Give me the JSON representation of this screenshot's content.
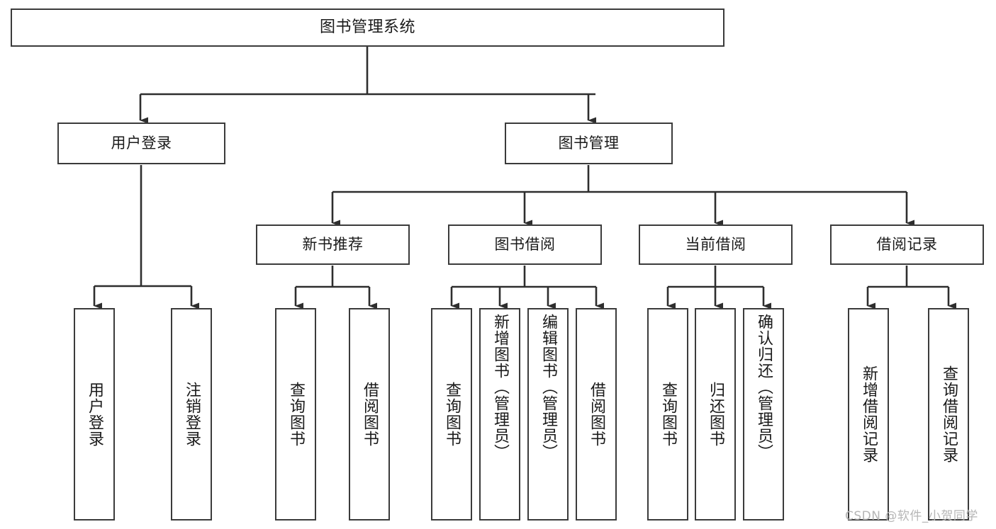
{
  "diagram": {
    "title": "图书管理系统",
    "type": "tree-hierarchy",
    "root": {
      "label": "图书管理系统"
    },
    "level2": [
      {
        "label": "用户登录"
      },
      {
        "label": "图书管理"
      }
    ],
    "level3": [
      {
        "label": "新书推荐"
      },
      {
        "label": "图书借阅"
      },
      {
        "label": "当前借阅"
      },
      {
        "label": "借阅记录"
      }
    ],
    "leaves": {
      "user_login": [
        {
          "label": "用户登录"
        },
        {
          "label": "注销登录"
        }
      ],
      "new_book_recommend": [
        {
          "label": "查询图书"
        },
        {
          "label": "借阅图书"
        }
      ],
      "book_borrow": [
        {
          "label": "查询图书"
        },
        {
          "label": "新增图书（管理员）"
        },
        {
          "label": "编辑图书（管理员）"
        },
        {
          "label": "借阅图书"
        }
      ],
      "current_borrow": [
        {
          "label": "查询图书"
        },
        {
          "label": "归还图书"
        },
        {
          "label": "确认归还（管理员）"
        }
      ],
      "borrow_record": [
        {
          "label": "新增借阅记录"
        },
        {
          "label": "查询借阅记录"
        }
      ]
    }
  },
  "watermark": {
    "text": "CSDN @软件_小贺同学"
  },
  "colors": {
    "border": "#3b3b3b",
    "background": "#ffffff",
    "text": "#1a1a1a",
    "watermark": "#b6b6b6"
  }
}
